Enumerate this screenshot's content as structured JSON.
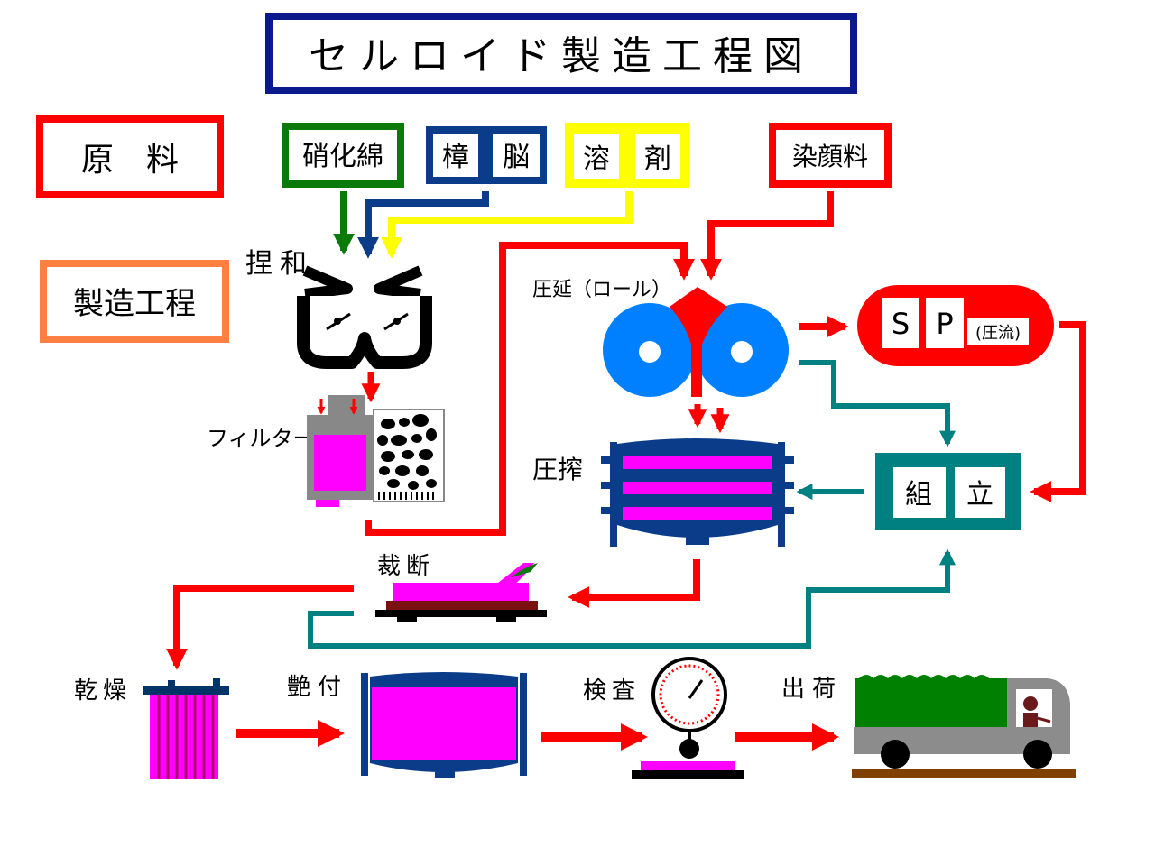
{
  "title": "セルロイド製造工程図",
  "legend": {
    "raw": "原　料",
    "process": "製造工程"
  },
  "materials": {
    "nitrocellulose": "硝化綿",
    "camphor": [
      "樟",
      "脳"
    ],
    "solvent": [
      "溶",
      "剤"
    ],
    "dye": "染顔料"
  },
  "steps": {
    "kneading": "捏和",
    "filter": "フィルター",
    "rolling": "圧延（ロール）",
    "sp": [
      "S",
      "P"
    ],
    "sp_note": "(圧流)",
    "pressing": "圧搾",
    "assembly": [
      "組",
      "立"
    ],
    "cutting": "裁断",
    "drying": "乾燥",
    "seasoning": "艶付",
    "inspection": "検査",
    "shipping": "出荷"
  },
  "colors": {
    "title_border": "#0b1a8a",
    "red": "#ff0000",
    "green": "#0a7a0a",
    "navy": "#0a3c8a",
    "yellow": "#ffff00",
    "orange": "#ff8040",
    "teal": "#008080",
    "magenta": "#ff00ff",
    "blue": "#0080ff",
    "dark_navy": "#003366",
    "gray": "#8c8c8c"
  }
}
